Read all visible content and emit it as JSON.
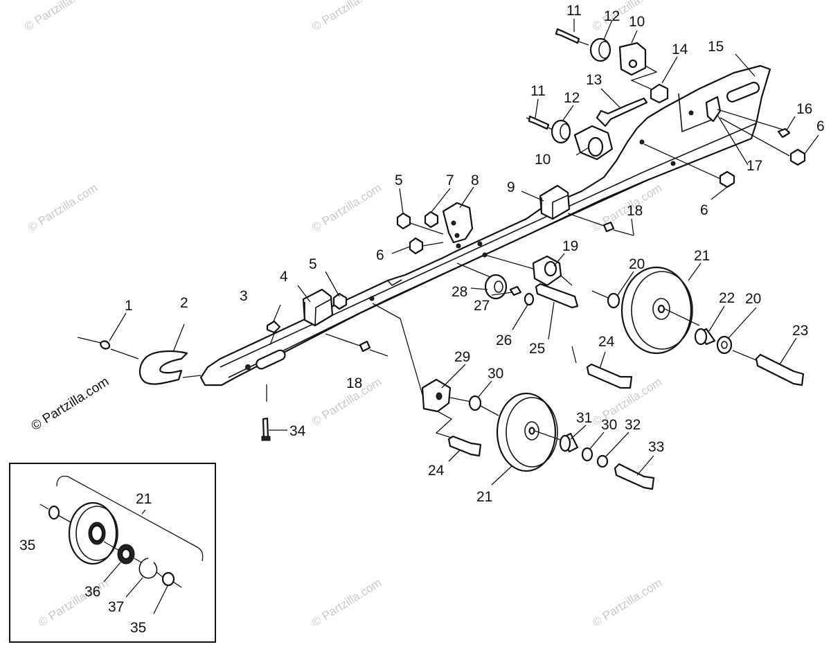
{
  "diagram": {
    "callouts": [
      {
        "id": "c1",
        "text": "1"
      },
      {
        "id": "c2",
        "text": "2"
      },
      {
        "id": "c3",
        "text": "3"
      },
      {
        "id": "c4",
        "text": "4"
      },
      {
        "id": "c5a",
        "text": "5"
      },
      {
        "id": "c5b",
        "text": "5"
      },
      {
        "id": "c6a",
        "text": "6"
      },
      {
        "id": "c6b",
        "text": "6"
      },
      {
        "id": "c6c",
        "text": "6"
      },
      {
        "id": "c7",
        "text": "7"
      },
      {
        "id": "c8",
        "text": "8"
      },
      {
        "id": "c9",
        "text": "9"
      },
      {
        "id": "c10a",
        "text": "10"
      },
      {
        "id": "c10b",
        "text": "10"
      },
      {
        "id": "c11a",
        "text": "11"
      },
      {
        "id": "c11b",
        "text": "11"
      },
      {
        "id": "c12a",
        "text": "12"
      },
      {
        "id": "c12b",
        "text": "12"
      },
      {
        "id": "c13",
        "text": "13"
      },
      {
        "id": "c14",
        "text": "14"
      },
      {
        "id": "c15",
        "text": "15"
      },
      {
        "id": "c16",
        "text": "16"
      },
      {
        "id": "c17",
        "text": "17"
      },
      {
        "id": "c18a",
        "text": "18"
      },
      {
        "id": "c18b",
        "text": "18"
      },
      {
        "id": "c19",
        "text": "19"
      },
      {
        "id": "c20a",
        "text": "20"
      },
      {
        "id": "c20b",
        "text": "20"
      },
      {
        "id": "c21a",
        "text": "21"
      },
      {
        "id": "c21b",
        "text": "21"
      },
      {
        "id": "c21c",
        "text": "21"
      },
      {
        "id": "c22",
        "text": "22"
      },
      {
        "id": "c23",
        "text": "23"
      },
      {
        "id": "c24a",
        "text": "24"
      },
      {
        "id": "c24b",
        "text": "24"
      },
      {
        "id": "c25",
        "text": "25"
      },
      {
        "id": "c26",
        "text": "26"
      },
      {
        "id": "c27",
        "text": "27"
      },
      {
        "id": "c28",
        "text": "28"
      },
      {
        "id": "c29",
        "text": "29"
      },
      {
        "id": "c30a",
        "text": "30"
      },
      {
        "id": "c30b",
        "text": "30"
      },
      {
        "id": "c31",
        "text": "31"
      },
      {
        "id": "c32",
        "text": "32"
      },
      {
        "id": "c33",
        "text": "33"
      },
      {
        "id": "c34",
        "text": "34"
      },
      {
        "id": "c35a",
        "text": "35"
      },
      {
        "id": "c35b",
        "text": "35"
      },
      {
        "id": "c36",
        "text": "36"
      },
      {
        "id": "c37",
        "text": "37"
      }
    ],
    "watermark": {
      "text": "© Partzilla.com",
      "prominent_text": "© Partzilla.com"
    }
  }
}
